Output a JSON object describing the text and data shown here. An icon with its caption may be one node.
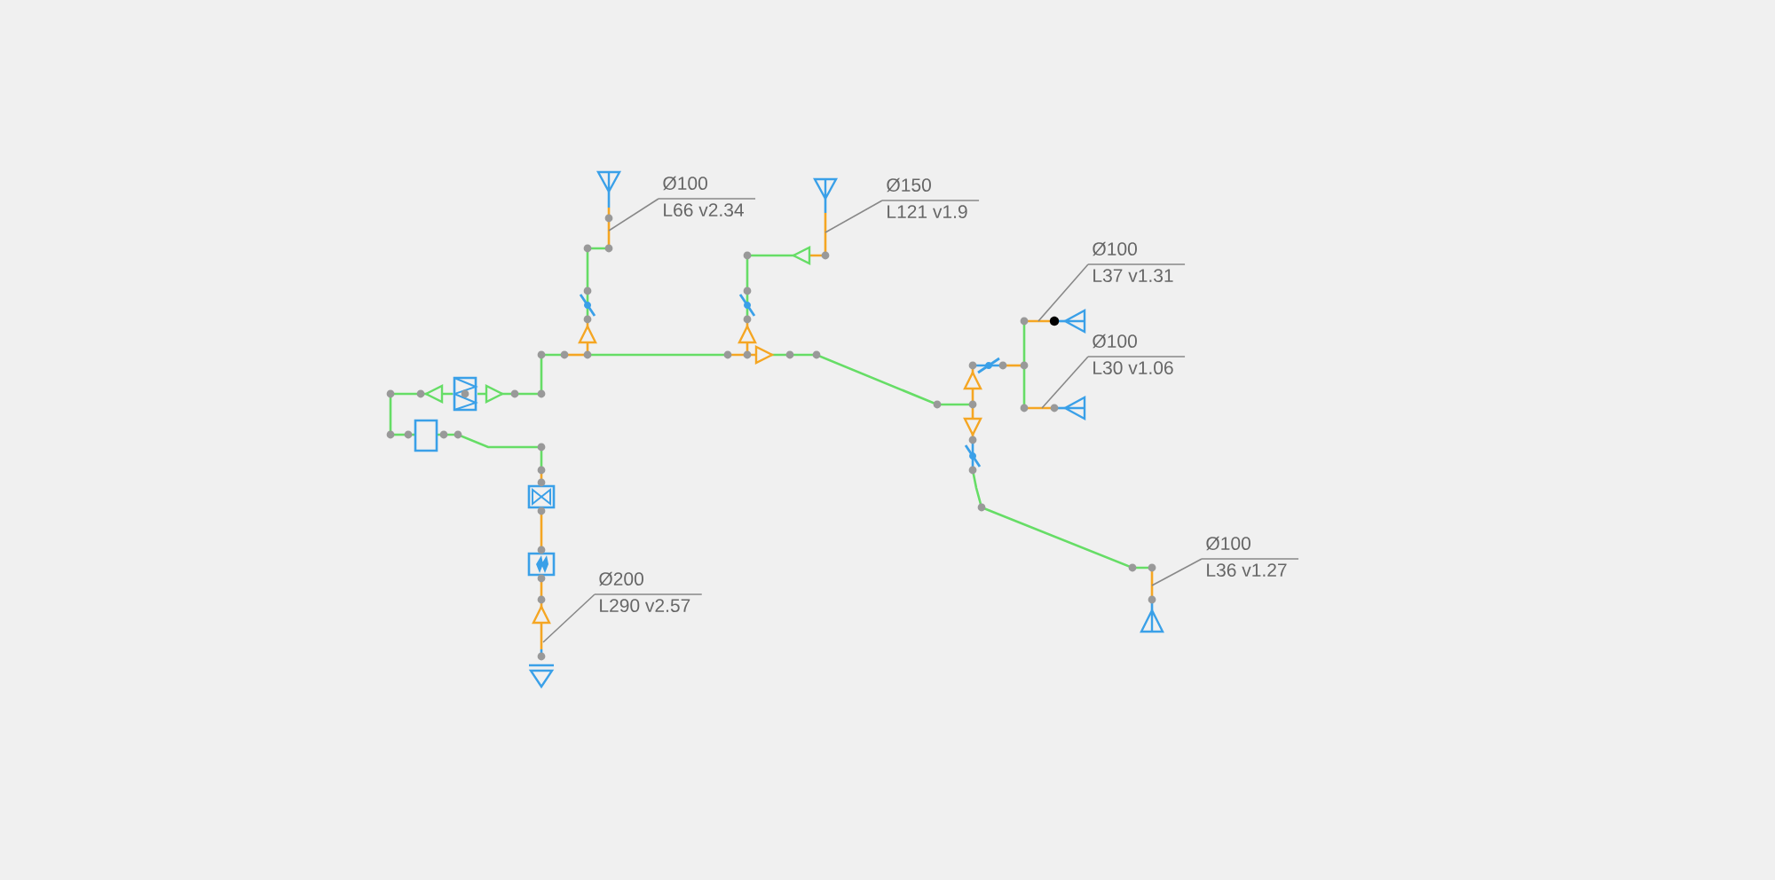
{
  "diagram": {
    "nodes": [
      {
        "text": [
          "Ø100",
          "L66 v2.34"
        ]
      },
      {
        "text": [
          "Ø150",
          "L121 v1.9"
        ]
      },
      {
        "text": [
          "Ø100",
          "L37 v1.31"
        ]
      },
      {
        "text": [
          "Ø100",
          "L30 v1.06"
        ]
      },
      {
        "text": [
          "Ø100",
          "L36 v1.27"
        ]
      },
      {
        "text": [
          "Ø200",
          "L290 v2.57"
        ]
      }
    ],
    "edges": [
      {
        "from": 0,
        "to": null,
        "arrow": "none"
      },
      {
        "from": 1,
        "to": null,
        "arrow": "none"
      },
      {
        "from": 2,
        "to": null,
        "arrow": "none"
      },
      {
        "from": 3,
        "to": null,
        "arrow": "none"
      },
      {
        "from": 4,
        "to": null,
        "arrow": "none"
      },
      {
        "from": 5,
        "to": null,
        "arrow": "none"
      }
    ]
  }
}
